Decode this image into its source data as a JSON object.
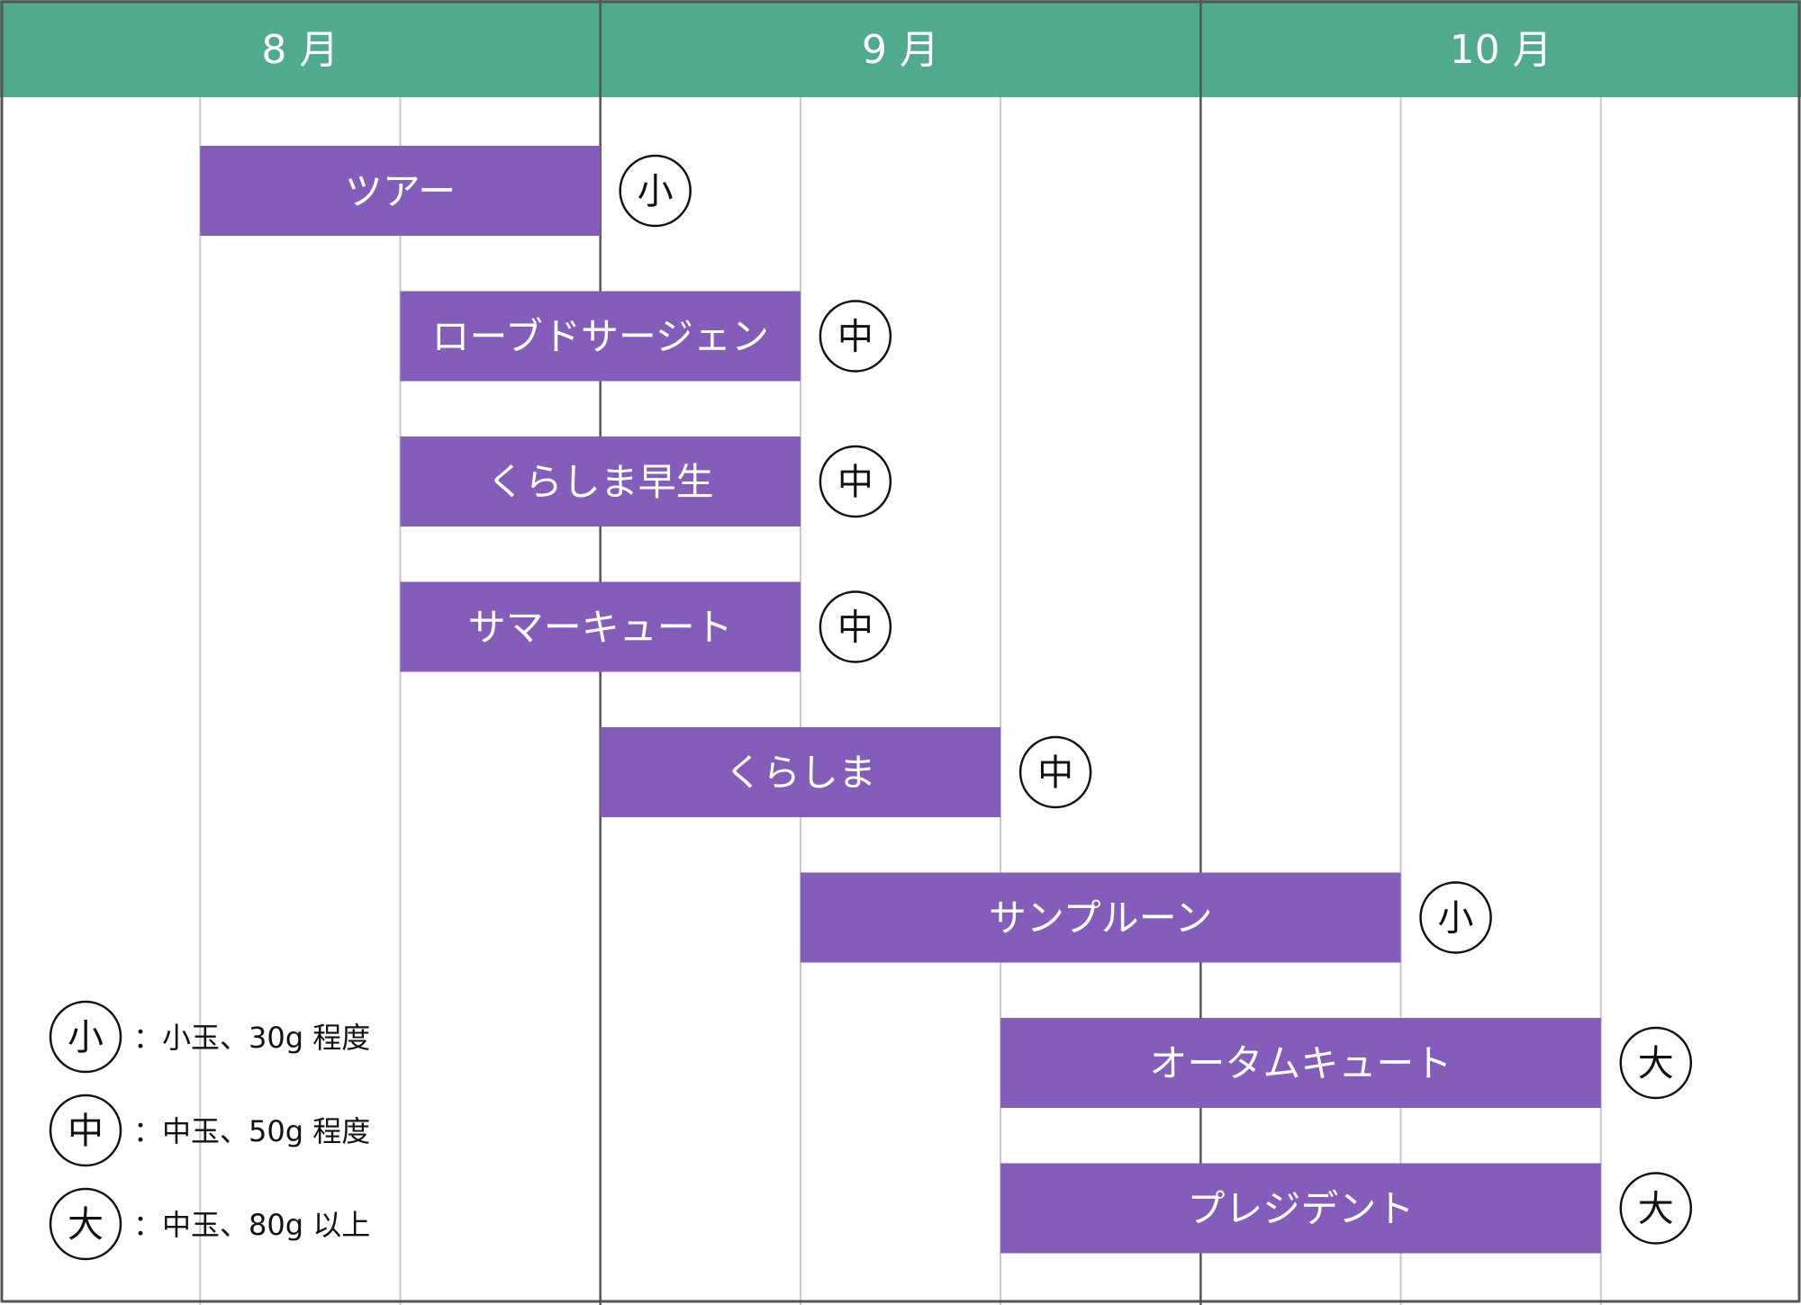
{
  "colors": {
    "header": "#4faa8e",
    "bar": "#845cb9",
    "month_line": "#555555",
    "sub_line": "#c8c8c8",
    "text_dark": "#111111"
  },
  "chart_data": {
    "type": "gantt",
    "title": "",
    "months": [
      "8 月",
      "9 月",
      "10 月"
    ],
    "subdivisions_per_month": 3,
    "grid": true,
    "series": [
      {
        "name": "ツアー",
        "start": 1,
        "end": 3,
        "size": "小"
      },
      {
        "name": "ローブドサージェン",
        "start": 2,
        "end": 4,
        "size": "中"
      },
      {
        "name": "くらしま早生",
        "start": 2,
        "end": 4,
        "size": "中"
      },
      {
        "name": "サマーキュート",
        "start": 2,
        "end": 4,
        "size": "中"
      },
      {
        "name": "くらしま",
        "start": 3,
        "end": 5,
        "size": "中"
      },
      {
        "name": "サンプルーン",
        "start": 4,
        "end": 7,
        "size": "小"
      },
      {
        "name": "オータムキュート",
        "start": 5,
        "end": 8,
        "size": "大"
      },
      {
        "name": "プレジデント",
        "start": 5,
        "end": 8,
        "size": "大"
      }
    ],
    "legend": {
      "placement": "bottom-left",
      "items": [
        {
          "symbol": "小",
          "text": "：小玉、30g 程度"
        },
        {
          "symbol": "中",
          "text": "：中玉、50g 程度"
        },
        {
          "symbol": "大",
          "text": "：中玉、80g 以上"
        }
      ]
    }
  }
}
